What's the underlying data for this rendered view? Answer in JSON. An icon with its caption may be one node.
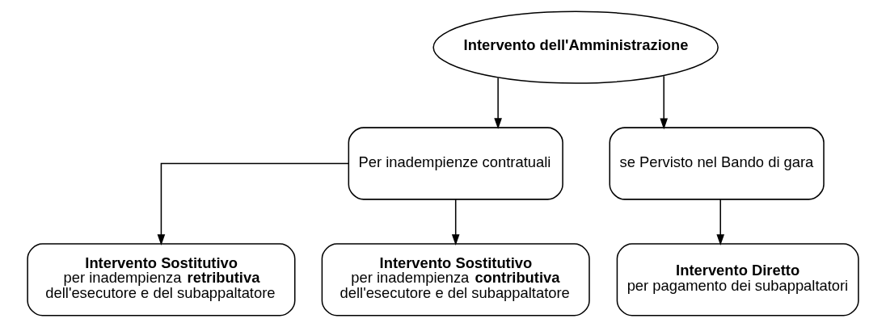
{
  "diagram": {
    "nodes": [
      {
        "text": [
          "Intervento dell'Amministrazione"
        ]
      },
      {
        "text": [
          "Per inadempienze contratuali"
        ]
      },
      {
        "text": [
          "se Pervisto nel Bando di gara"
        ]
      },
      {
        "text": [
          "Intervento Sostitutivo",
          "per inadempienza **retributiva** dell'esecutore e del subappaltatore"
        ]
      },
      {
        "text": [
          "Intervento Sostitutivo",
          "per inadempienza **contributiva** dell'esecutore e del subappaltatore"
        ]
      },
      {
        "text": [
          "Intervento Diretto",
          "per pagamento dei subappaltatori"
        ]
      }
    ],
    "edges": [
      {
        "from": 0,
        "to": 1,
        "arrow": "to"
      },
      {
        "from": 0,
        "to": 2,
        "arrow": "to"
      },
      {
        "from": 1,
        "to": 3,
        "arrow": "to"
      },
      {
        "from": 1,
        "to": 4,
        "arrow": "to"
      },
      {
        "from": 2,
        "to": 5,
        "arrow": "to"
      }
    ]
  }
}
